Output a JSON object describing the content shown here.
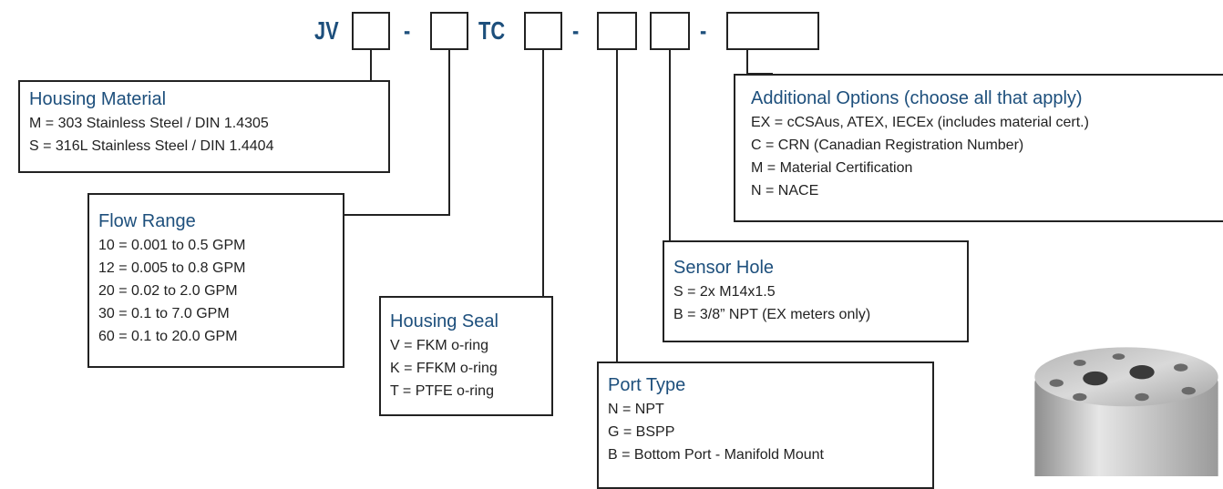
{
  "part_number": {
    "prefix": "JV",
    "dash": "-",
    "middle": "TC"
  },
  "colors": {
    "title": "#1d4f7c",
    "text": "#222222",
    "border": "#222222"
  },
  "groups": {
    "housing_material": {
      "title": "Housing Material",
      "options": [
        "M = 303 Stainless Steel / DIN 1.4305",
        "S = 316L Stainless Steel / DIN 1.4404"
      ]
    },
    "flow_range": {
      "title": "Flow Range",
      "options": [
        "10 = 0.001 to 0.5 GPM",
        "12 = 0.005 to 0.8 GPM",
        "20 = 0.02 to 2.0 GPM",
        "30 = 0.1 to 7.0 GPM",
        "60 = 0.1 to 20.0 GPM"
      ]
    },
    "housing_seal": {
      "title": "Housing Seal",
      "options": [
        "V = FKM o-ring",
        "K = FFKM o-ring",
        "T = PTFE o-ring"
      ]
    },
    "port_type": {
      "title": "Port Type",
      "options": [
        "N = NPT",
        "G = BSPP",
        "B = Bottom Port - Manifold Mount"
      ]
    },
    "sensor_hole": {
      "title": "Sensor Hole",
      "options": [
        "S = 2x M14x1.5",
        "B = 3/8” NPT (EX meters only)"
      ]
    },
    "additional_options": {
      "title": "Additional Options (choose all that apply)",
      "options": [
        "EX = cCSAus, ATEX, IECEx (includes material cert.)",
        "C = CRN (Canadian Registration Number)",
        "M = Material Certification",
        "N = NACE"
      ]
    }
  },
  "image": {
    "icon": "flow-meter-product-photo"
  }
}
